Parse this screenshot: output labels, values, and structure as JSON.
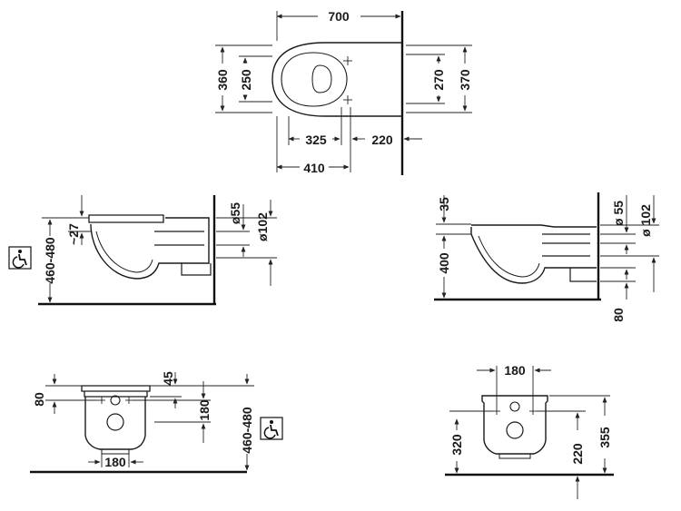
{
  "top_view": {
    "overall_width": "700",
    "left_outer_depth": "360",
    "left_inner_depth": "250",
    "right_inner_depth": "270",
    "right_outer_depth": "370",
    "front_to_mount": "325",
    "mount_to_wall": "220",
    "front_to_center": "410"
  },
  "side_view_left": {
    "seat_height": "460-480",
    "seat_offset": "~27",
    "pipe_small": "ø55",
    "pipe_large": "ø102"
  },
  "side_view_right": {
    "seat_thickness": "35",
    "bowl_height": "400",
    "pipe_small": "ø 55",
    "pipe_large": "ø 102",
    "bottom_offset": "80"
  },
  "front_view_left": {
    "top_offset": "80",
    "seat_thickness": "45",
    "hole_spacing": "180",
    "seat_height": "460-480",
    "base_width": "180"
  },
  "front_view_right": {
    "top_width": "180",
    "left_height": "320",
    "mount_height": "220",
    "total_height": "355"
  },
  "icons": [
    "wheelchair-accessible-icon",
    "wheelchair-accessible-icon"
  ]
}
